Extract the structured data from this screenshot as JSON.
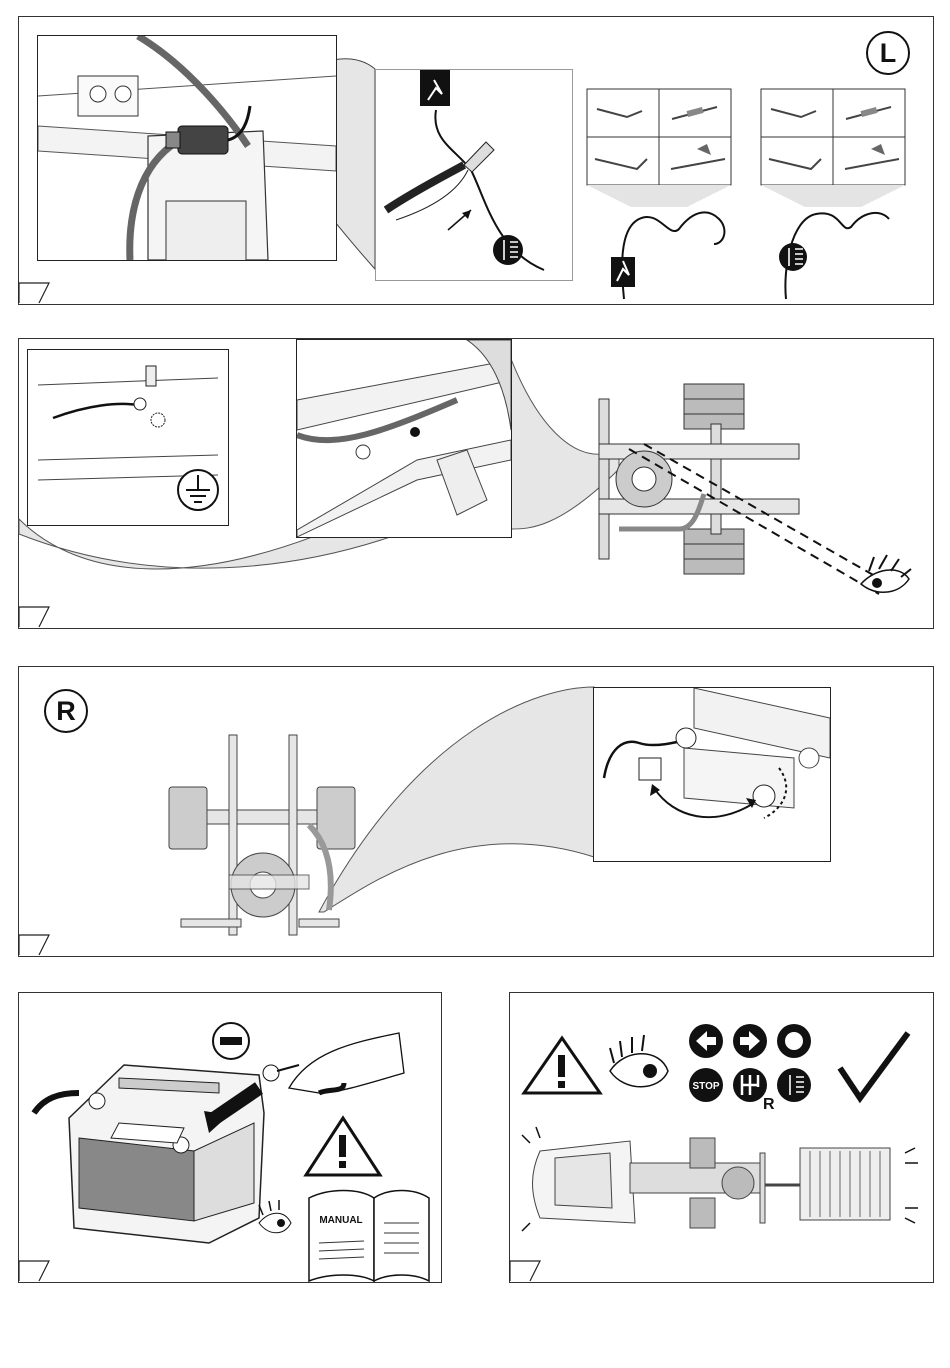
{
  "panel1": {
    "side_badge": "L"
  },
  "panel3": {
    "side_badge": "R"
  },
  "panel4": {
    "manual_label": "MANUAL"
  },
  "panel5": {
    "stop_label": "STOP",
    "reverse_label": "R"
  }
}
